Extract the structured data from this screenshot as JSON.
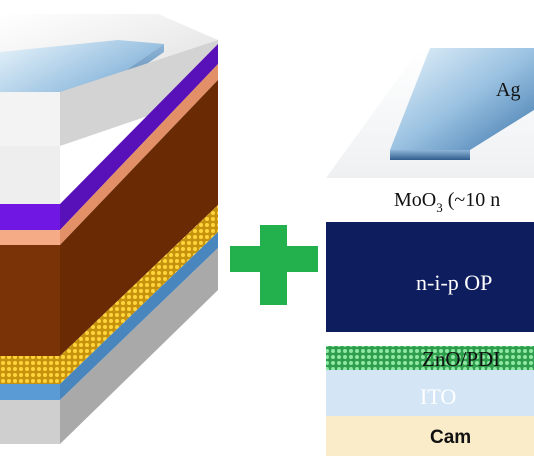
{
  "right_stack": {
    "electrode_label": "Ag",
    "moo3_label": "MoO",
    "moo3_sub": "3",
    "moo3_rest": " (~10 n",
    "active_label": "n-i-p OP",
    "etl_label": "ZnO/PDI",
    "ito_label": "ITO",
    "substrate_label": "Cam"
  },
  "colors": {
    "plus": "#22b14c",
    "active_layer": "#0d1d5e",
    "brown_layer": "#7a3306",
    "purple_layer": "#6c14d6",
    "salmon_layer": "#f2a57a",
    "ito_layer": "#d4e6f6",
    "substrate_layer": "#faebc9",
    "etl_layer": "#43c96a"
  }
}
